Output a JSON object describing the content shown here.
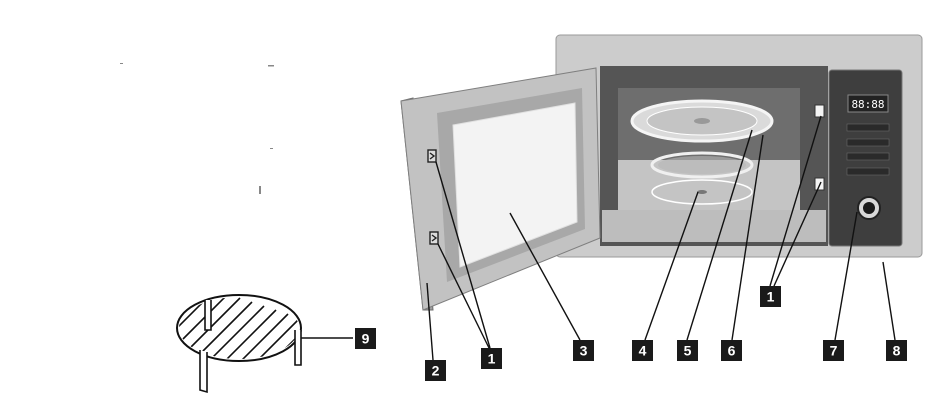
{
  "colors": {
    "body_grey": "#c9c9c9",
    "cavity_dark": "#5a5a5a",
    "door_frame": "#bdbdbd",
    "window_glass": "#f2f2f2",
    "panel_dark": "#3d3d3d",
    "badge_fill": "#1a1a1a",
    "badge_text": "#ffffff",
    "line": "#111111"
  },
  "display": {
    "readout": "88:88"
  },
  "labels": [
    {
      "id": "rack",
      "text": "9"
    },
    {
      "id": "door",
      "text": "2"
    },
    {
      "id": "latch",
      "text": "1"
    },
    {
      "id": "window",
      "text": "3"
    },
    {
      "id": "roller",
      "text": "4"
    },
    {
      "id": "turntable",
      "text": "5"
    },
    {
      "id": "cavity",
      "text": "6"
    },
    {
      "id": "interlock",
      "text": "1"
    },
    {
      "id": "control-panel",
      "text": "7"
    },
    {
      "id": "housing",
      "text": "8"
    }
  ]
}
